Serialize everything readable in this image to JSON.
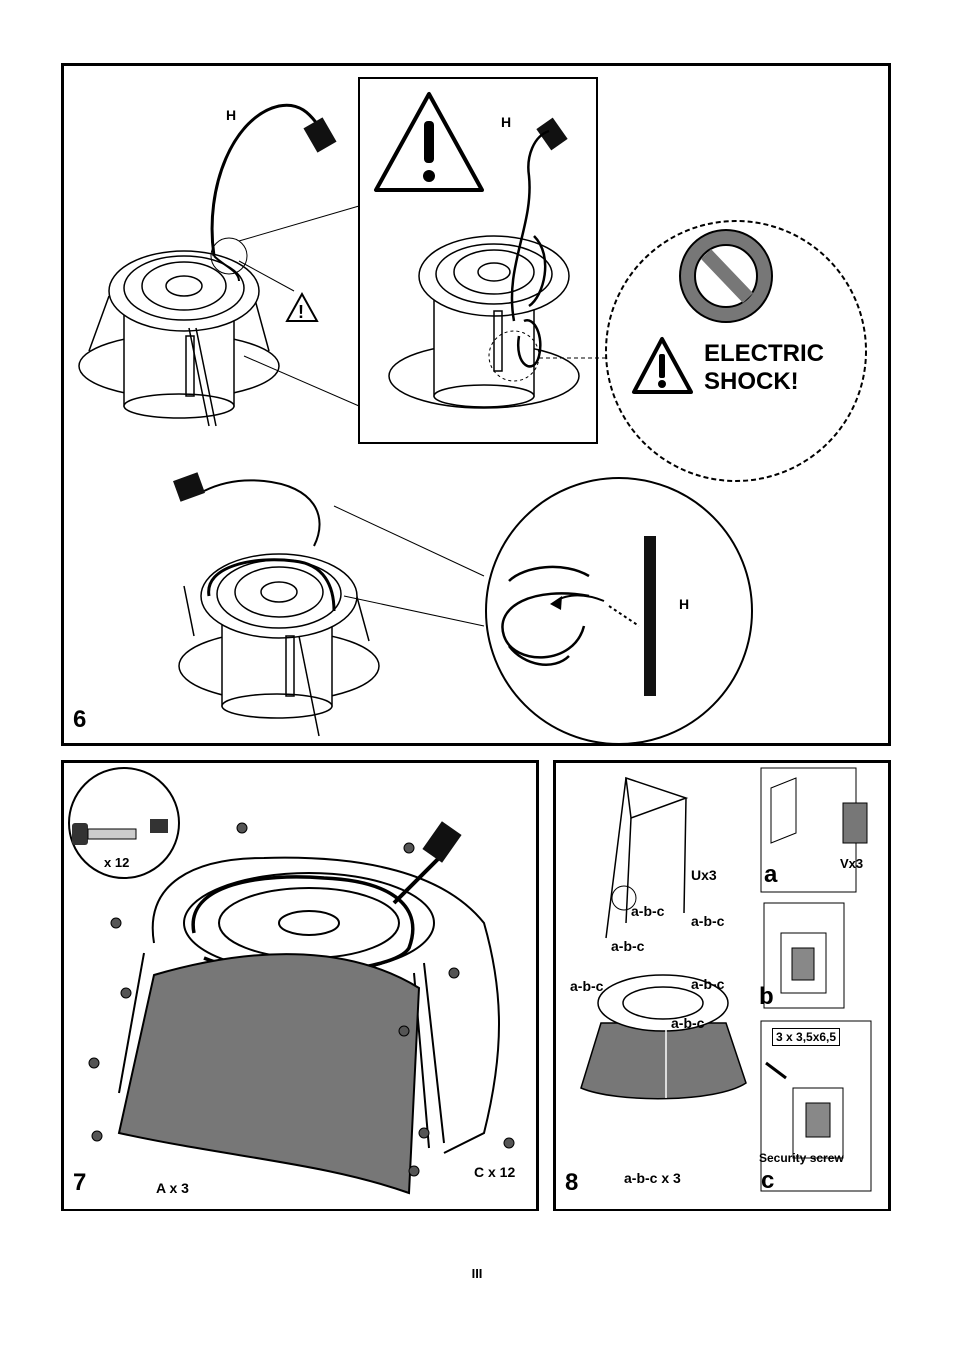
{
  "page_number": "III",
  "step6": {
    "number": "6",
    "cable_label": "H",
    "cable_label_detail": "H",
    "cable_label_clip": "H",
    "warning_text": "ELECTRIC SHOCK!"
  },
  "step7": {
    "number": "7",
    "hardware_count": "x 12",
    "part_a": "A x 3",
    "part_c": "C x 12"
  },
  "step8": {
    "number": "8",
    "u_count": "Ux3",
    "abc_labels": [
      "a-b-c",
      "a-b-c",
      "a-b-c",
      "a-b-c",
      "a-b-c",
      "a-b-c"
    ],
    "abc_total": "a-b-c x 3",
    "sub_a": "a",
    "v_count": "Vx3",
    "sub_b": "b",
    "screw_spec": "3 x 3,5x6,5",
    "security_screw": "Security screw",
    "sub_c": "c"
  }
}
